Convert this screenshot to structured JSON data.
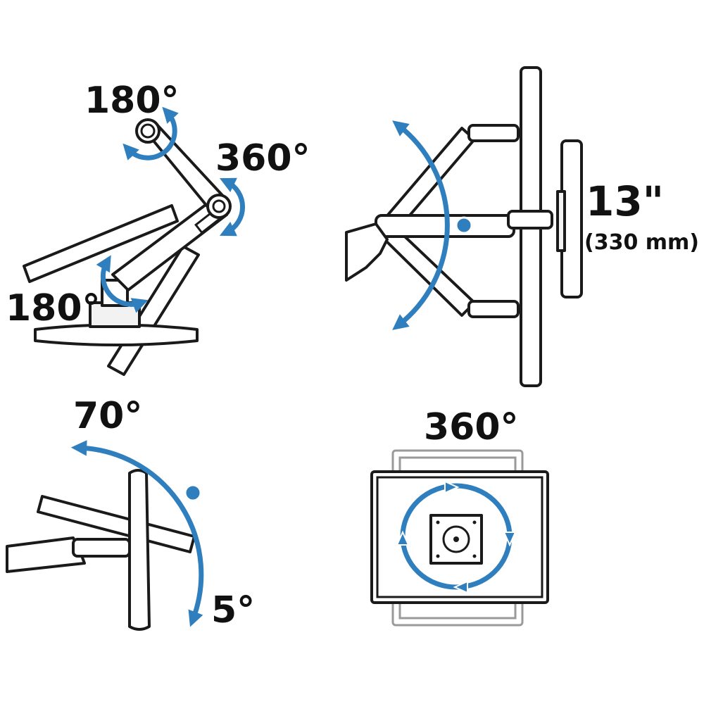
{
  "colors": {
    "accent": "#2f7fbf",
    "outline": "#1a1a1a"
  },
  "labels": {
    "arm_top_rotation": "180°",
    "elbow_rotation": "360°",
    "base_rotation": "180°",
    "height_adjust": "13\"",
    "height_adjust_metric": "(330 mm)",
    "tilt_up": "70°",
    "tilt_down": "5°",
    "screen_rotation": "360°"
  }
}
